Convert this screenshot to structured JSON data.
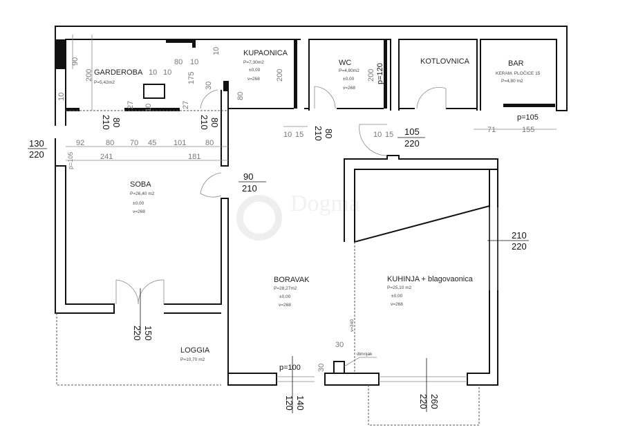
{
  "rooms": {
    "garderoba": {
      "name": "GARDEROBA",
      "area": "P=5,42m2"
    },
    "kupaonica": {
      "name": "KUPAONICA",
      "area": "P=7,30m2",
      "level": "±0,00",
      "height": "v=268"
    },
    "wc": {
      "name": "WC",
      "area": "P=4,80m2",
      "level": "±0,00",
      "height": "v=268"
    },
    "kotlovnica": {
      "name": "KOTLOVNICA"
    },
    "bar": {
      "name": "BAR",
      "note": "KERAM. PLOČICE 15",
      "area": "P=4,80 m2"
    },
    "soba": {
      "name": "SOBA",
      "area": "P=26,40 m2",
      "level": "±0,00",
      "height": "v=268"
    },
    "boravak": {
      "name": "BORAVAK",
      "area": "P=28,27m2",
      "level": "±0,00",
      "height": "v=268"
    },
    "kuhinja": {
      "name": "KUHINJA + blagovaonica",
      "area": "P=25,10 m2",
      "level": "±0,00",
      "height": "v=268"
    },
    "loggia": {
      "name": "LOGGIA",
      "area": "P=10,70 m2"
    }
  },
  "labels": {
    "chimney": "dimnjak",
    "watermark": "Dogma",
    "beam_height": "v=240"
  },
  "dimensions": {
    "top": [
      "90",
      "200",
      "80",
      "10",
      "10",
      "10",
      "10",
      "175",
      "27",
      "27",
      "10",
      "30",
      "10",
      "80",
      "200",
      "200",
      "p=120",
      "p=105",
      "71",
      "155",
      "10",
      "15",
      "10",
      "15"
    ],
    "doors": [
      {
        "w": "80",
        "h": "210"
      },
      {
        "w": "80",
        "h": "210"
      },
      {
        "w": "80",
        "h": "210"
      },
      {
        "w": "105",
        "h": "220"
      },
      {
        "w": "130",
        "h": "220"
      },
      {
        "w": "90",
        "h": "210"
      },
      {
        "w": "210",
        "h": "220"
      },
      {
        "w": "150",
        "h": "220"
      },
      {
        "w": "140",
        "h": "120"
      },
      {
        "w": "260",
        "h": "220"
      }
    ],
    "row1": [
      "92",
      "80",
      "70",
      "45",
      "101",
      "80"
    ],
    "row2": [
      "241",
      "181"
    ],
    "side": "p=105",
    "sill": "p=100",
    "chimney_size": "30",
    "chimney_offset": "30"
  }
}
